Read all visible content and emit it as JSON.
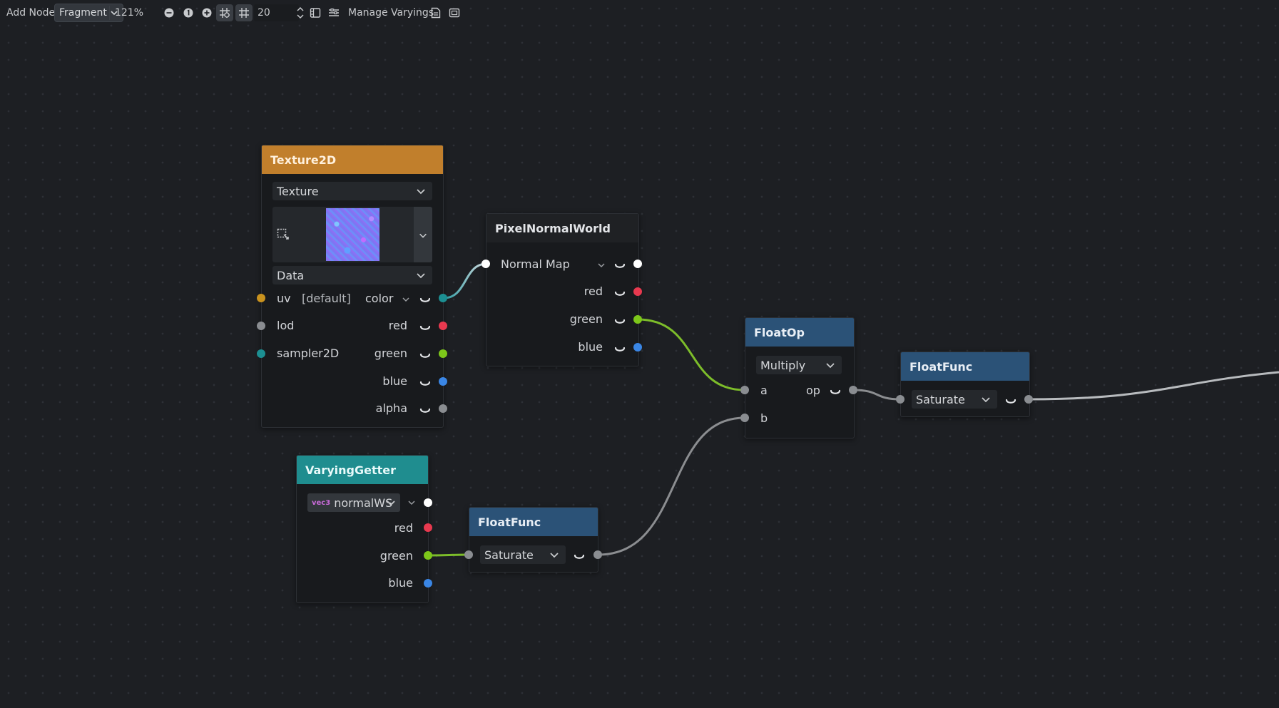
{
  "toolbar": {
    "add_node_label": "Add Node...",
    "mode_value": "Fragment",
    "zoom_text": "121%",
    "snap_distance_value": "20",
    "manage_varyings_label": "Manage Varyings"
  },
  "nodes": {
    "texture2d": {
      "title": "Texture2D",
      "type_value": "Texture",
      "source_value": "Data",
      "inputs": {
        "uv": "uv",
        "uv_default": "[default]",
        "lod": "lod",
        "sampler": "sampler2D"
      },
      "outputs": {
        "color": "color",
        "red": "red",
        "green": "green",
        "blue": "blue",
        "alpha": "alpha"
      }
    },
    "pixel_normal_world": {
      "title": "PixelNormalWorld",
      "input_value": "Normal Map",
      "outputs": {
        "red": "red",
        "green": "green",
        "blue": "blue"
      }
    },
    "varying_getter": {
      "title": "VaryingGetter",
      "varying_badge": "vec3",
      "varying_value": "normalWS",
      "outputs": {
        "red": "red",
        "green": "green",
        "blue": "blue"
      }
    },
    "float_func_1": {
      "title": "FloatFunc",
      "function_value": "Saturate"
    },
    "float_op": {
      "title": "FloatOp",
      "operator_value": "Multiply",
      "inputs": {
        "a": "a",
        "b": "b"
      },
      "outputs": {
        "op": "op"
      }
    },
    "float_func_2": {
      "title": "FloatFunc",
      "function_value": "Saturate"
    }
  },
  "colors": {
    "port_white": "#ffffff",
    "port_red": "#e8394f",
    "port_green": "#7dc71a",
    "port_blue": "#3a86e5",
    "port_gray": "#8a8d91",
    "port_orange": "#c9921e",
    "port_teal": "#1c8f92",
    "wire_gray": "#8b8d90",
    "wire_green": "#7dbd2a",
    "wire_teal_start": "#2a9aa0",
    "wire_teal_end": "#d7dde2"
  }
}
